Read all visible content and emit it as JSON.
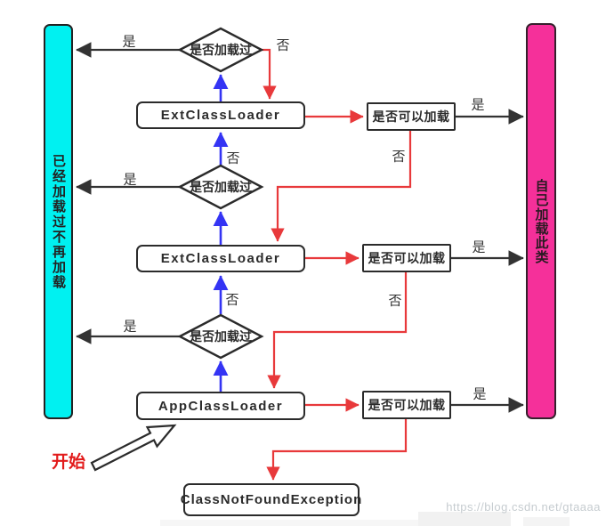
{
  "bars": {
    "left": {
      "label": "已经加载过不再加载",
      "fill": "#00f1f1"
    },
    "right": {
      "label": "自己加载此类",
      "fill": "#f5309a"
    }
  },
  "diamonds": [
    {
      "label": "是否加载过"
    },
    {
      "label": "是否加载过"
    },
    {
      "label": "是否加载过"
    }
  ],
  "loaders": [
    {
      "label": "ExtClassLoader"
    },
    {
      "label": "ExtClassLoader"
    },
    {
      "label": "AppClassLoader"
    }
  ],
  "can_load": [
    {
      "label": "是否可以加载"
    },
    {
      "label": "是否可以加载"
    },
    {
      "label": "是否可以加载"
    }
  ],
  "exception": {
    "label": "ClassNotFoundException"
  },
  "edge_labels": {
    "yes": "是",
    "no": "否"
  },
  "start": {
    "label": "开始",
    "color": "#e21b1b"
  },
  "watermark": {
    "text": "https://blog.csdn.net/gtaaaa"
  },
  "colors": {
    "arrow_black": "#333333",
    "arrow_blue": "#3434f4",
    "arrow_red": "#e8393b",
    "bar_left_fill": "#00f1f1",
    "bar_right_fill": "#f5309a"
  }
}
